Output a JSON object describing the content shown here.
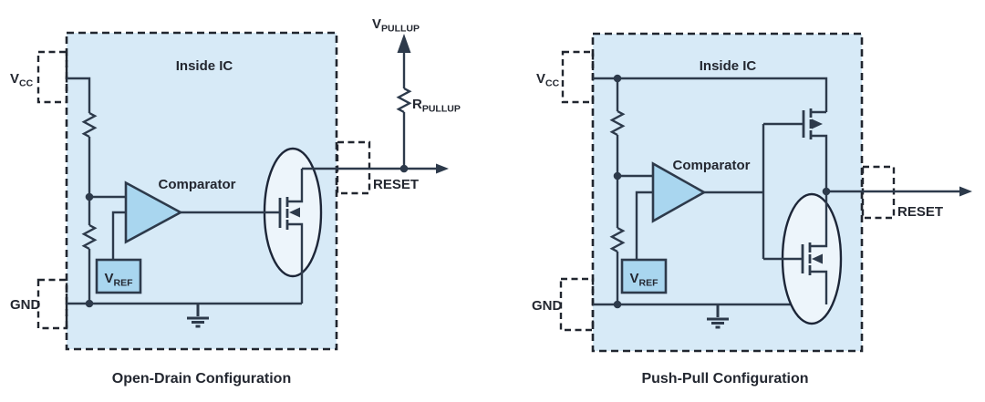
{
  "colors": {
    "page_bg": "#ffffff",
    "ic_fill": "#d7eaf7",
    "component_fill": "#a9d6ef",
    "ellipse_fill": "#edf5fb",
    "wire": "#2d3a4b",
    "line_dark": "#21262f",
    "text": "#232730"
  },
  "open_drain": {
    "caption": "Open-Drain Configuration",
    "inside_ic_label": "Inside IC",
    "comparator_label": "Comparator",
    "vcc_label": {
      "main": "V",
      "sub": "CC"
    },
    "gnd_label": "GND",
    "reset_label": "RESET",
    "vref_label": {
      "main": "V",
      "sub": "REF"
    },
    "vpullup_label": {
      "main": "V",
      "sub": "PULLUP"
    },
    "rpullup_label": {
      "main": "R",
      "sub": "PULLUP"
    }
  },
  "push_pull": {
    "caption": "Push-Pull Configuration",
    "inside_ic_label": "Inside IC",
    "comparator_label": "Comparator",
    "vcc_label": {
      "main": "V",
      "sub": "CC"
    },
    "gnd_label": "GND",
    "reset_label": "RESET",
    "vref_label": {
      "main": "V",
      "sub": "REF"
    }
  }
}
